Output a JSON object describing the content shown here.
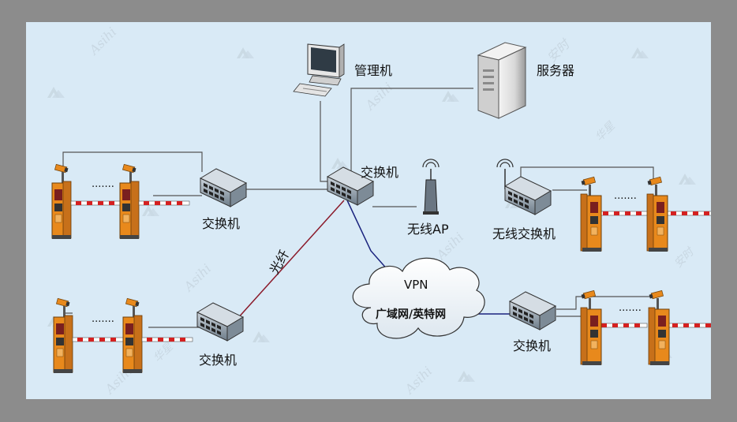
{
  "labels": {
    "management_pc": "管理机",
    "server": "服务器",
    "core_switch": "交换机",
    "wireless_ap": "无线AP",
    "wireless_switch": "无线交换机",
    "left_top_switch": "交换机",
    "left_bottom_switch": "交换机",
    "right_bottom_switch": "交换机",
    "fiber": "光纤",
    "vpn_title": "VPN",
    "vpn_subtitle": "广域网/英特网",
    "ellipsis": "·······"
  },
  "watermark": {
    "brand_en": "Asihi",
    "brand_cn": "安时",
    "brand_cn2": "华星"
  },
  "colors": {
    "background": "#d9eaf6",
    "frame": "#8c8c8c",
    "link": "#555555",
    "fiber_link": "#8b1a2a",
    "vpn_link": "#1a237e",
    "barrier_body": "#e8891c",
    "switch_body": "#8a9aa8"
  }
}
